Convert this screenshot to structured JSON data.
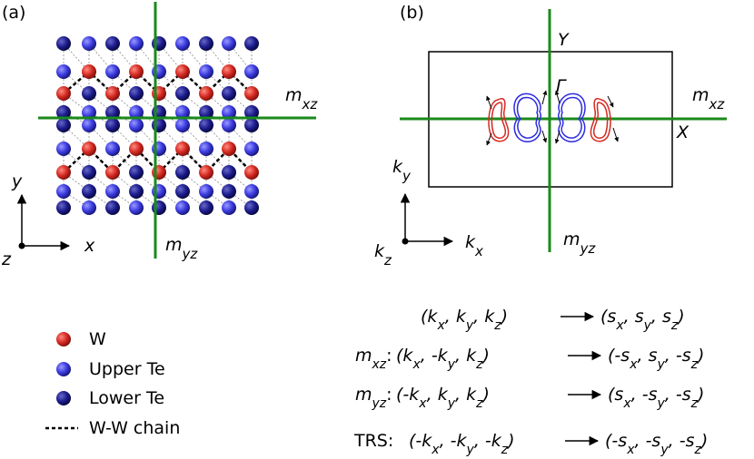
{
  "panel_a": {
    "label": "(a)",
    "mirror_xz": "xz",
    "mirror_yz": "yz",
    "axis_x": "x",
    "axis_y": "y",
    "axis_z": "z",
    "mirror_symbol": "m"
  },
  "panel_b": {
    "label": "(b)",
    "point_Y": "Y",
    "point_X": "X",
    "point_Gamma": "Γ",
    "mirror_symbol": "m",
    "mirror_xz": "xz",
    "mirror_yz": "yz",
    "k_symbol": "k",
    "kx_sub": "x",
    "ky_sub": "y",
    "kz_sub": "z"
  },
  "legend": [
    {
      "label": "W",
      "color": "#d42a22"
    },
    {
      "label": "Upper Te",
      "color": "#3b3be0"
    },
    {
      "label": "Lower Te",
      "color": "#1c1c8e"
    },
    {
      "label": "W-W chain",
      "color": "#000000"
    }
  ],
  "symmetry_table": {
    "rows": [
      {
        "prefix": "",
        "lhs": "(kx, ky, kz)",
        "rhs": "(sx, sy, sz)"
      },
      {
        "prefix": "mxz:",
        "lhs": "(kx, -ky, kz)",
        "rhs": "(-sx, sy, -sz)"
      },
      {
        "prefix": "myz:",
        "lhs": "(-kx, ky, kz)",
        "rhs": "(sx, -sy, -sz)"
      },
      {
        "prefix": "TRS:",
        "lhs": "(-kx, -ky, -kz)",
        "rhs": "(-sx, -sy, -sz)"
      }
    ]
  },
  "colors": {
    "green": "#1a8a1a",
    "red": "#d42a22",
    "blue": "#2c2ce0",
    "upper_te": "#3b3be0",
    "lower_te": "#1c1c8e"
  }
}
